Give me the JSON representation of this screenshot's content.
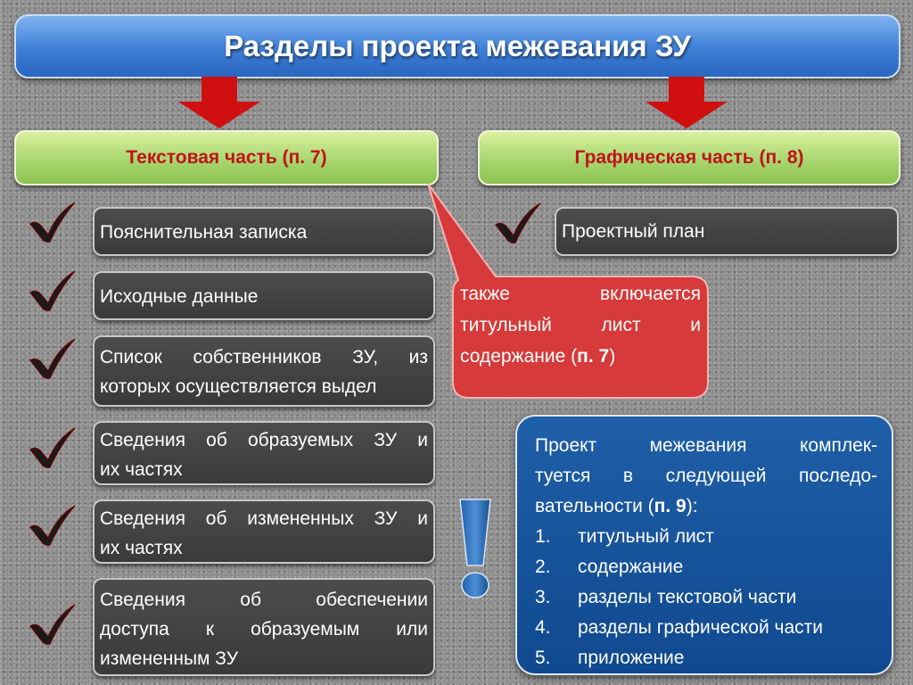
{
  "title": "Разделы проекта межевания ЗУ",
  "left_header": "Текстовая часть (п. 7)",
  "right_header": "Графическая часть (п. 8)",
  "text_items": [
    {
      "label": "Пояснительная записка"
    },
    {
      "label": "Исходные данные"
    },
    {
      "line1": "Список собственников ЗУ, из",
      "line2": "которых осуществляется выдел"
    },
    {
      "line1": "Сведения об образуемых ЗУ и",
      "line2": "их частях"
    },
    {
      "line1": "Сведения об измененных ЗУ и",
      "line2": "их частях"
    },
    {
      "line1": "Сведения об обеспечении",
      "line2": "доступа к образуемым или",
      "line3": "измененным ЗУ"
    }
  ],
  "graphic_items": [
    {
      "label": "Проектный план"
    }
  ],
  "callout": {
    "line1": "также включается",
    "line2": "титульный лист и",
    "line3_prefix": "содержание (",
    "line3_bold": "п. 7",
    "line3_suffix": ")"
  },
  "info_box": {
    "line1": "Проект межевания комплек-",
    "line2": "туется в следующей последо-",
    "line3_prefix": "вательности (",
    "line3_bold": "п. 9",
    "line3_suffix": "):",
    "list": [
      {
        "num": "1.",
        "text": "титульный лист"
      },
      {
        "num": "2.",
        "text": "содержание"
      },
      {
        "num": "3.",
        "text": "разделы текстовой части"
      },
      {
        "num": "4.",
        "text": "разделы графической части"
      },
      {
        "num": "5.",
        "text": "приложение"
      }
    ]
  },
  "colors": {
    "title_blue": "#3e7fd6",
    "header_green": "#a5d46a",
    "header_text_red": "#c0121a",
    "arrow_red": "#d01010",
    "callout_red": "#d63a3a",
    "info_blue": "#10498f",
    "item_dark": "#404040"
  },
  "icons": {
    "check": "check-mark-icon",
    "arrow": "down-arrow-icon",
    "exclamation": "exclamation-icon"
  }
}
